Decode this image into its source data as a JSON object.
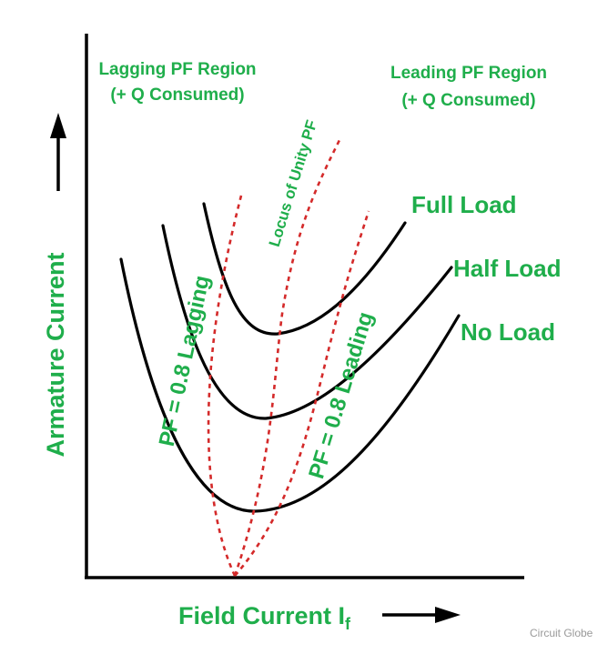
{
  "regions": {
    "lagging_line1": "Lagging PF Region",
    "lagging_line2": "(+ Q Consumed)",
    "leading_line1": "Leading PF Region",
    "leading_line2": "(+ Q Consumed)"
  },
  "curves": {
    "full_load": "Full Load",
    "half_load": "Half Load",
    "no_load": "No Load"
  },
  "pf_lines": {
    "lagging": "PF = 0.8 Lagging",
    "leading": "PF = 0.8 Leading",
    "unity": "Locus of Unity PF"
  },
  "axes": {
    "y_label": "Armature Current",
    "x_label": "Field Current I",
    "x_subscript": "f"
  },
  "watermark": "Circuit Globe",
  "colors": {
    "label_green": "#1fae4b",
    "pf_red": "#d42a2a",
    "curve_black": "#000000"
  }
}
